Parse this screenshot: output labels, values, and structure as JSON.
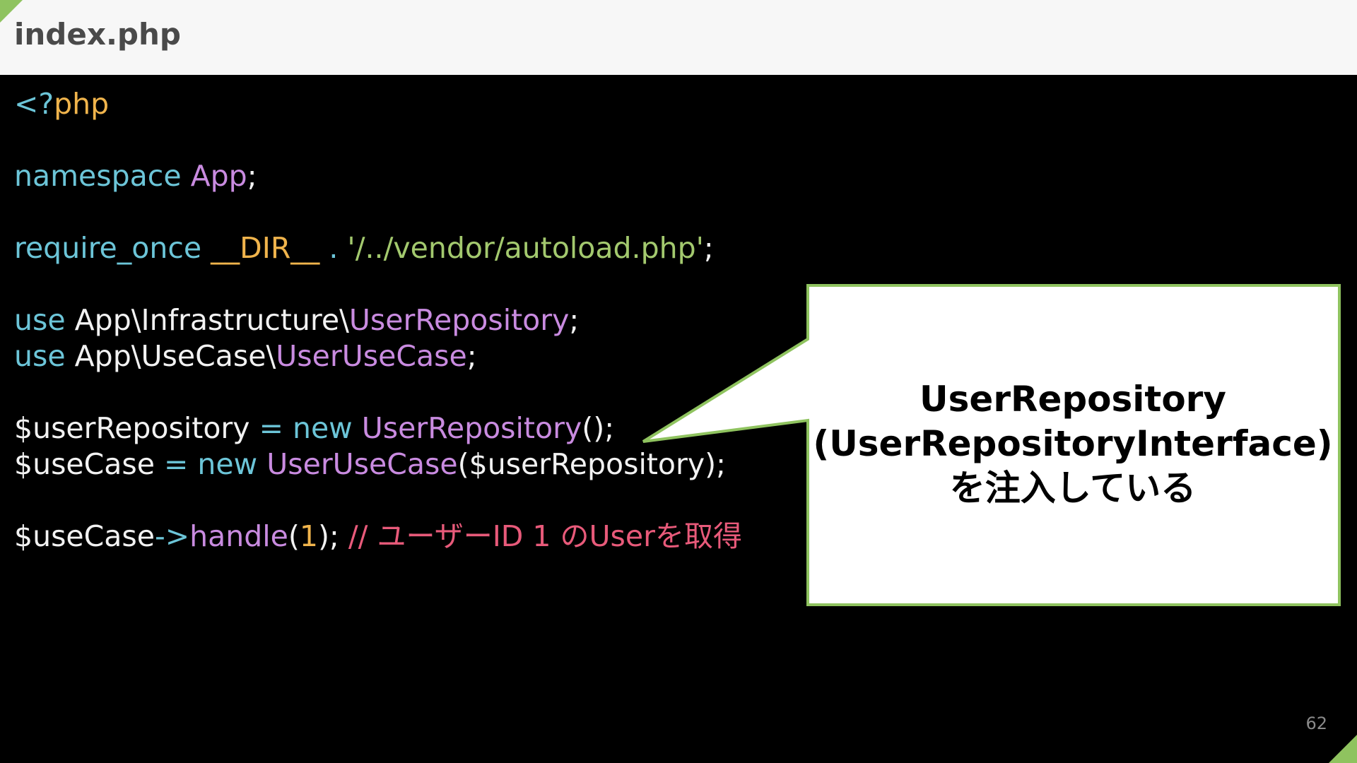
{
  "file": {
    "title": "index.php"
  },
  "code": {
    "line1": {
      "open": "<?",
      "php": "php"
    },
    "line2": {
      "kw": "namespace",
      "ns": "App",
      "end": ";"
    },
    "line3": {
      "kw": "require_once",
      "dir": "__DIR__",
      "dot": " . ",
      "str": "'/../vendor/autoload.php'",
      "end": ";"
    },
    "line4": {
      "kw": "use",
      "ns": "App\\Infrastructure\\",
      "cls": "UserRepository",
      "end": ";"
    },
    "line5": {
      "kw": "use",
      "ns": "App\\UseCase\\",
      "cls": "UserUseCase",
      "end": ";"
    },
    "line6": {
      "var": "$userRepository",
      "eq": " = ",
      "kw": "new",
      "cls": "UserRepository",
      "end": "();"
    },
    "line7": {
      "var": "$useCase",
      "eq": " = ",
      "kw": "new",
      "cls": "UserUseCase",
      "args": "($userRepository);"
    },
    "line8": {
      "var": "$useCase",
      "arrow": "->",
      "method": "handle",
      "open": "(",
      "num": "1",
      "close": ");",
      "comment": "// ユーザーID 1 のUserを取得"
    }
  },
  "callout": {
    "line1": "UserRepository",
    "line2": "(UserRepositoryInterface)",
    "line3": "を注入している"
  },
  "page_number": "62",
  "colors": {
    "accent": "#8fc35f",
    "keyword": "#6cc5d8",
    "string": "#a3c96e",
    "class": "#c98be0",
    "number": "#f0b44c",
    "comment": "#e85a7a"
  }
}
